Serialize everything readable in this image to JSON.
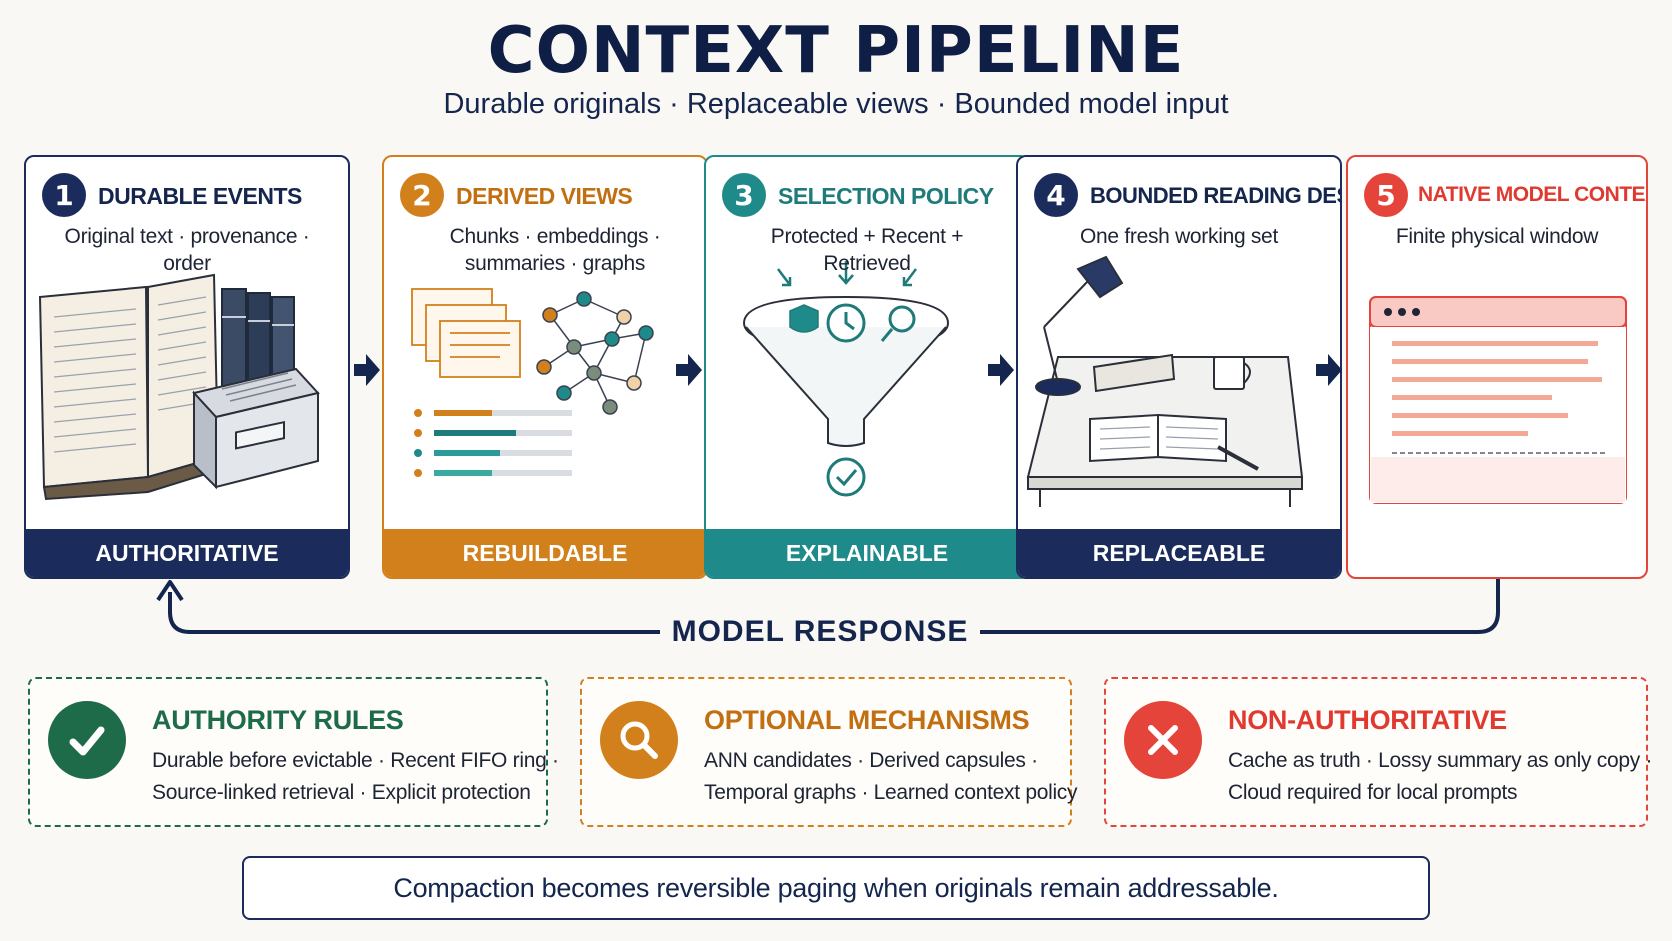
{
  "title": "CONTEXT PIPELINE",
  "subtitle": "Durable originals · Replaceable views · Bounded model input",
  "stages": [
    {
      "number": "1",
      "title": "DURABLE EVENTS",
      "description": "Original text · provenance · order",
      "footer": "AUTHORITATIVE",
      "color": "#1b2b5c"
    },
    {
      "number": "2",
      "title": "DERIVED VIEWS",
      "description": "Chunks · embeddings · summaries · graphs",
      "footer": "REBUILDABLE",
      "color": "#d2801c"
    },
    {
      "number": "3",
      "title": "SELECTION POLICY",
      "description": "Protected + Recent + Retrieved",
      "footer": "EXPLAINABLE",
      "color": "#1f8a8a"
    },
    {
      "number": "4",
      "title": "BOUNDED READING DESK",
      "description": "One fresh working set",
      "footer": "REPLACEABLE",
      "color": "#1b2b5c"
    },
    {
      "number": "5",
      "title": "NATIVE MODEL CONTEXT",
      "description": "Finite physical window",
      "footer": "",
      "color": "#e5443a"
    }
  ],
  "model_response": "MODEL RESPONSE",
  "notes": [
    {
      "title": "AUTHORITY RULES",
      "line1": "Durable before evictable · Recent FIFO ring ·",
      "line2": "Source-linked retrieval · Explicit protection",
      "color": "#1e6b4a",
      "icon": "check-icon"
    },
    {
      "title": "OPTIONAL MECHANISMS",
      "line1": "ANN candidates · Derived capsules ·",
      "line2": "Temporal graphs · Learned context policy",
      "color": "#d2801c",
      "icon": "magnifier-icon"
    },
    {
      "title": "NON-AUTHORITATIVE",
      "line1": "Cache as truth · Lossy summary as only copy ·",
      "line2": "Cloud required for local prompts",
      "color": "#e5443a",
      "icon": "x-icon"
    }
  ],
  "footer_statement": "Compaction becomes reversible paging when originals remain addressable."
}
